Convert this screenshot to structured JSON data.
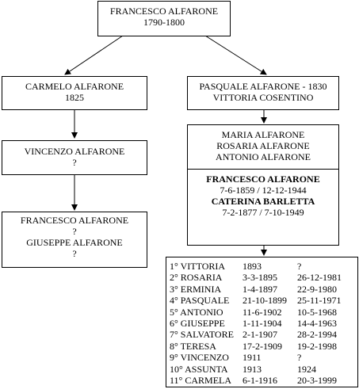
{
  "root": {
    "name": "FRANCESCO ALFARONE",
    "years": "1790-1800"
  },
  "left": {
    "carmelo": {
      "name": "CARMELO ALFARONE",
      "years": "1825"
    },
    "vincenzo": {
      "name": "VINCENZO ALFARONE",
      "years": "?"
    },
    "grandchildren": {
      "name1": "FRANCESCO ALFARONE",
      "years1": "?",
      "name2": "GIUSEPPE ALFARONE",
      "years2": "?"
    }
  },
  "right": {
    "pasquale": {
      "line1": "PASQUALE ALFARONE - 1830",
      "line2": "VITTORIA COSENTINO"
    },
    "siblings": [
      "MARIA ALFARONE",
      "ROSARIA ALFARONE",
      "ANTONIO ALFARONE"
    ],
    "couple": {
      "name1": "FRANCESCO ALFARONE",
      "dates1": "7-6-1859 / 12-12-1944",
      "name2": "CATERINA BARLETTA",
      "dates2": "7-2-1877 / 7-10-1949"
    }
  },
  "children": [
    {
      "name": "1° VITTORIA",
      "birth": "1893",
      "death": "?"
    },
    {
      "name": "2° ROSARIA",
      "birth": "3-3-1895",
      "death": "26-12-1981"
    },
    {
      "name": "3° ERMINIA",
      "birth": "1-4-1897",
      "death": "22-9-1980"
    },
    {
      "name": "4° PASQUALE",
      "birth": "21-10-1899",
      "death": "25-11-1971"
    },
    {
      "name": "5° ANTONIO",
      "birth": "11-6-1902",
      "death": "10-5-1968"
    },
    {
      "name": "6° GIUSEPPE",
      "birth": "1-11-1904",
      "death": "14-4-1963"
    },
    {
      "name": "7° SALVATORE",
      "birth": "2-1-1907",
      "death": "28-2-1994"
    },
    {
      "name": "8° TERESA",
      "birth": "17-2-1909",
      "death": "19-2-1998"
    },
    {
      "name": "9° VINCENZO",
      "birth": "1911",
      "death": "?"
    },
    {
      "name": "10° ASSUNTA",
      "birth": "1913",
      "death": "1924"
    },
    {
      "name": "11° CARMELA",
      "birth": "6-1-1916",
      "death": "20-3-1999"
    }
  ]
}
